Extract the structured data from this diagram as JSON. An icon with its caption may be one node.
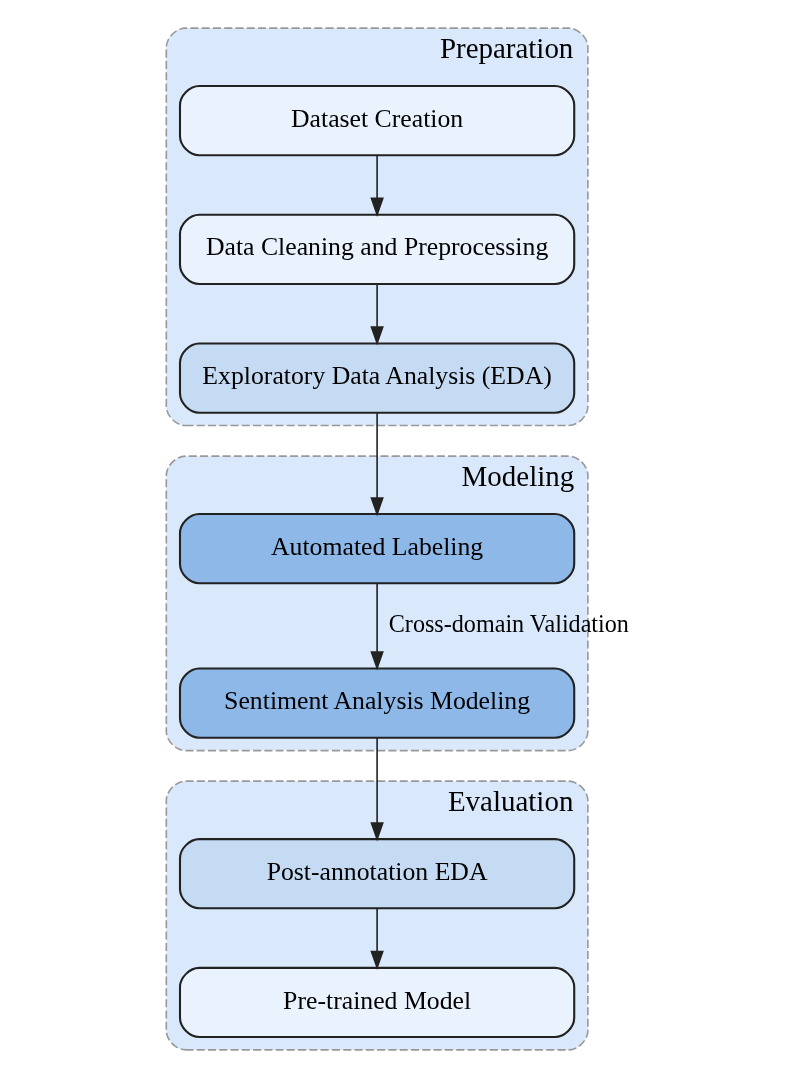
{
  "diagram": {
    "nodes": [
      {
        "text": [
          "Preparation"
        ]
      },
      {
        "text": [
          "Dataset Creation"
        ],
        "in": 0
      },
      {
        "text": [
          "Data Cleaning and Preprocessing"
        ],
        "in": 0
      },
      {
        "text": [
          "Exploratory Data Analysis (EDA)"
        ],
        "in": 0
      },
      {
        "text": [
          "Modeling"
        ]
      },
      {
        "text": [
          "Automated Labeling"
        ],
        "in": 4
      },
      {
        "text": [
          "Sentiment Analysis Modeling"
        ],
        "in": 4
      },
      {
        "text": [
          "Evaluation"
        ]
      },
      {
        "text": [
          "Post-annotation EDA"
        ],
        "in": 7
      },
      {
        "text": [
          "Pre-trained Model"
        ],
        "in": 7
      }
    ],
    "edges": [
      {
        "from": 1,
        "to": 2,
        "arrow": "to"
      },
      {
        "from": 2,
        "to": 3,
        "arrow": "to"
      },
      {
        "from": 3,
        "to": 5,
        "arrow": "to"
      },
      {
        "from": 5,
        "to": 6,
        "arrow": "to",
        "label": "Cross-domain Validation"
      },
      {
        "from": 6,
        "to": 8,
        "arrow": "to"
      },
      {
        "from": 8,
        "to": 9,
        "arrow": "to"
      }
    ]
  }
}
